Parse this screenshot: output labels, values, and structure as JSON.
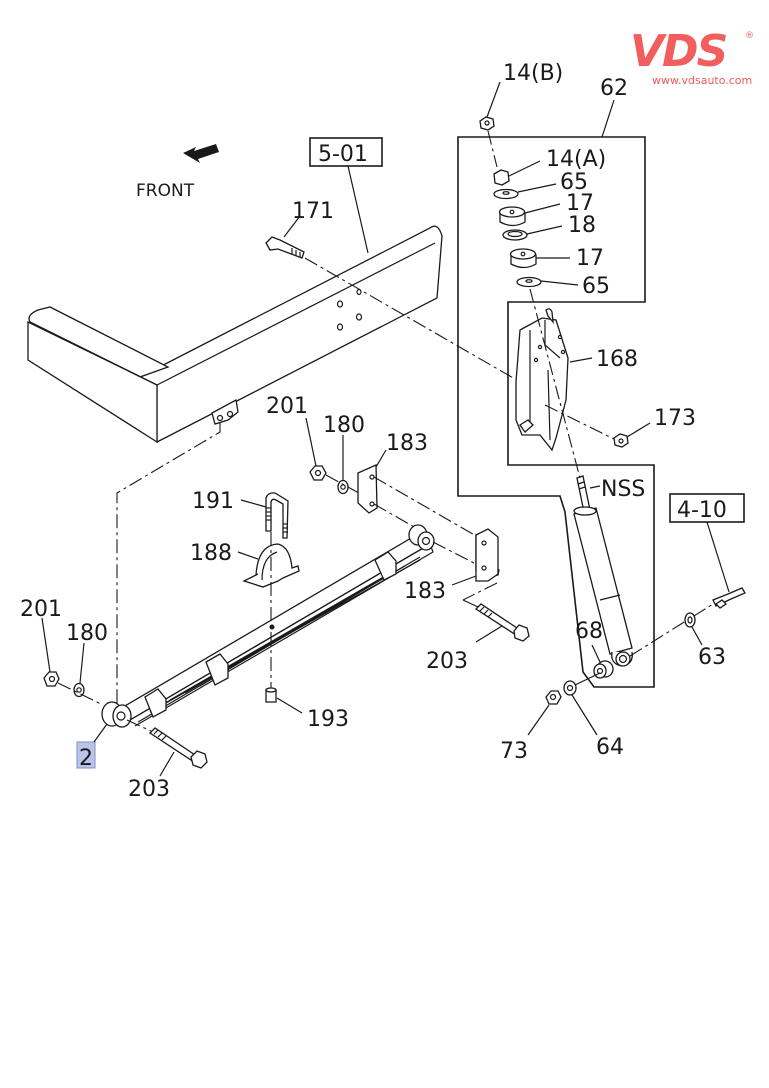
{
  "logo": {
    "brand": "VDS",
    "registered": "®",
    "url": "www.vdsauto.com",
    "color": "#f25d5d"
  },
  "direction": {
    "label": "FRONT",
    "icon": "arrow-front-icon"
  },
  "references": [
    {
      "id": "ref-5-01",
      "label": "5-01"
    },
    {
      "id": "ref-4-10",
      "label": "4-10"
    }
  ],
  "callouts": {
    "c14b": "14(B)",
    "c62": "62",
    "c14a": "14(A)",
    "c65a": "65",
    "c17a": "17",
    "c18": "18",
    "c17b": "17",
    "c65b": "65",
    "c171": "171",
    "c168": "168",
    "c173": "173",
    "cNSS": "NSS",
    "c201a": "201",
    "c180a": "180",
    "c183a": "183",
    "c191": "191",
    "c188": "188",
    "c183b": "183",
    "c203a": "203",
    "c68": "68",
    "c63": "63",
    "c201b": "201",
    "c180b": "180",
    "c193": "193",
    "c73": "73",
    "c64": "64",
    "c2": "2",
    "c203b": "203"
  },
  "highlight": {
    "part": "2",
    "fill": "#b8c4e8",
    "stroke": "#7f8fc7"
  }
}
